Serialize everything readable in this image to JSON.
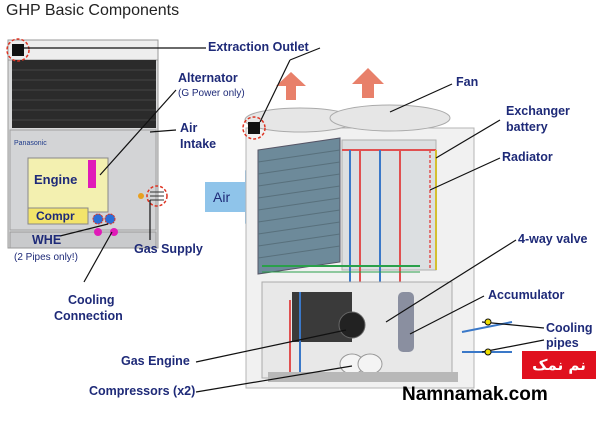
{
  "title": "GHP Basic Components",
  "unit_labels": {
    "engine": "Engine",
    "compressor": "Compr",
    "brand_small": "Panasonic"
  },
  "air_arrow_label": "Air",
  "labels": {
    "extraction_outlet": "Extraction Outlet",
    "alternator": "Alternator",
    "alternator_note": "(G Power only)",
    "air_intake_1": "Air",
    "air_intake_2": "Intake",
    "whe": "WHE",
    "whe_note": "(2 Pipes only!)",
    "gas_supply": "Gas Supply",
    "cooling_connection_1": "Cooling",
    "cooling_connection_2": "Connection",
    "fan": "Fan",
    "exchanger_battery_1": "Exchanger",
    "exchanger_battery_2": "battery",
    "radiator": "Radiator",
    "four_way_valve": "4-way valve",
    "accumulator": "Accumulator",
    "cooling_pipes_1": "Cooling",
    "cooling_pipes_2": "pipes",
    "gas_engine": "Gas Engine",
    "compressors": "Compressors (x2)"
  },
  "watermark": {
    "site": "Namnamak.com",
    "stamp": "نم نمک"
  },
  "colors": {
    "label": "#1e2a78",
    "flow_arrow": "#e8806a",
    "air_arrow": "#8fc4ea",
    "stamp": "#e0101e"
  }
}
